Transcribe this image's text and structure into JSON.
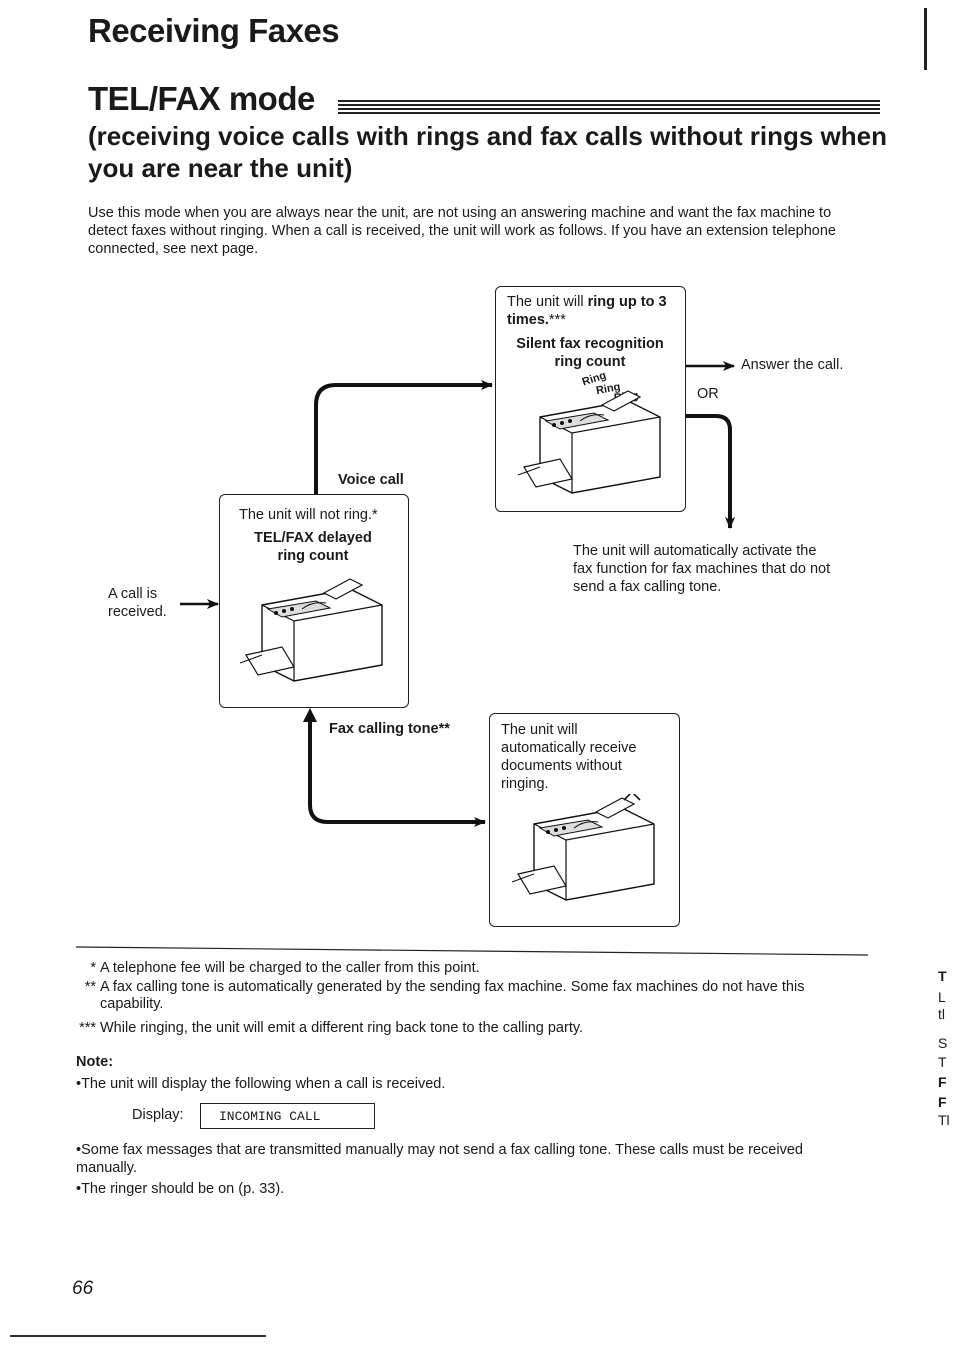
{
  "header": {
    "section_title": "Receiving Faxes",
    "mode_title": "TEL/FAX mode",
    "subtitle": "(receiving voice calls with rings and fax calls without rings when you are near the unit)"
  },
  "intro": "Use this mode when you are always near the unit, are not using an answering machine and want the fax machine to detect faxes without ringing. When a call is received, the unit will work as follows. If you have an extension telephone connected, see next page.",
  "flow": {
    "start_label": "A call is received.",
    "delayed_box": {
      "text": "The unit will not ring.*",
      "setting": "TEL/FAX delayed ring count"
    },
    "voice_call_label": "Voice call",
    "fax_tone_label": "Fax calling tone**",
    "ring_box": {
      "text_plain": "The unit will ",
      "text_bold": "ring up to 3 times.",
      "text_stars": "***",
      "setting": "Silent fax recognition ring count",
      "ring_word": "Ring"
    },
    "answer_label": "Answer the call.",
    "or_label": "OR",
    "auto_fax_note": "The unit will automatically activate the fax function for fax machines that do not send a fax calling tone.",
    "receive_box": {
      "text": "The unit will automatically receive documents without ringing."
    }
  },
  "footnotes": [
    {
      "mark": "*",
      "text": "A telephone fee will be charged to the caller from this point."
    },
    {
      "mark": "**",
      "text": "A fax calling tone is automatically generated by the sending fax machine. Some fax machines do not have this capability."
    },
    {
      "mark": "***",
      "text": "While ringing, the unit will emit a different ring back tone to the calling party."
    }
  ],
  "note": {
    "heading": "Note:",
    "items": [
      "The unit will display the following when a call is received.",
      "Some fax messages that are transmitted manually may not send a fax calling tone. These calls must be received manually.",
      "The ringer should be on (p. 33)."
    ],
    "display_label": "Display:",
    "display_value": "INCOMING CALL"
  },
  "page_number": "66",
  "margin_letters": [
    "T",
    "L",
    "tl",
    "S",
    "T",
    "F",
    "F",
    "Tl"
  ]
}
